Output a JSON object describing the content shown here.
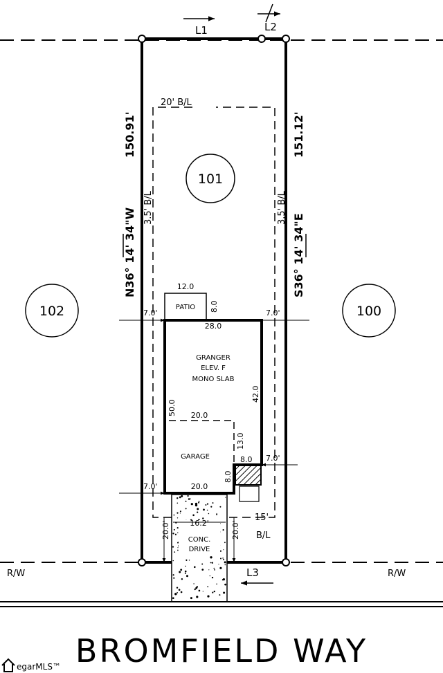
{
  "lines": {
    "l1": "L1",
    "l2": "L2",
    "l3": "L3"
  },
  "bearings": {
    "left_bearing": "N36° 14' 34\"W",
    "left_distance": "150.91'",
    "right_bearing": "S36° 14' 34\"E",
    "right_distance": "151.12'"
  },
  "lots": {
    "current": "101",
    "left": "102",
    "right": "100"
  },
  "setbacks": {
    "rear": "20' B/L",
    "side_left": "3.5' B/L",
    "side_right": "3.5' B/L",
    "front_value": "15'",
    "front_suffix": "B/L"
  },
  "patio": {
    "label": "PATIO",
    "width": "12.0",
    "depth": "8.0"
  },
  "house": {
    "name": "GRANGER",
    "elevation": "ELEV. F",
    "foundation": "MONO SLAB",
    "width": "28.0",
    "depth_right": "42.0",
    "depth_left": "50.0",
    "notch_width": "8.0",
    "notch_depth": "8.0"
  },
  "garage": {
    "label": "GARAGE",
    "width_top": "20.0",
    "width_bottom": "20.0",
    "depth": "13.0"
  },
  "offsets": {
    "left_top": "7.0'",
    "right_top": "7.0'",
    "right_notch": "7.0'",
    "left_bottom": "7.0'"
  },
  "drive": {
    "line1": "CONC.",
    "line2": "DRIVE",
    "width": "16.2'",
    "left_setback": "20.0'",
    "right_setback": "20.0'"
  },
  "row": {
    "left": "R/W",
    "right": "R/W"
  },
  "street": "BROMFIELD WAY",
  "logo_text": "egarMLS™"
}
